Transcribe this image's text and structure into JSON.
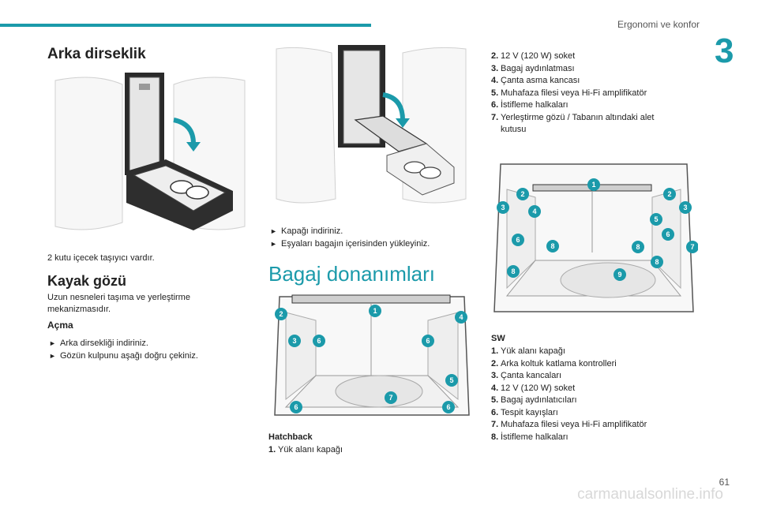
{
  "header": {
    "chapter_title": "Ergonomi ve konfor",
    "chapter_number": "3"
  },
  "col1": {
    "armrest_title": "Arka dirseklik",
    "armrest_caption": "2 kutu içecek taşıyıcı vardır.",
    "ski_title": "Kayak gözü",
    "ski_desc": "Uzun nesneleri taşıma ve yerleştirme mekanizmasıdır.",
    "open_title": "Açma",
    "open_steps": [
      "Arka dirsekliği indiriniz.",
      "Gözün kulpunu aşağı doğru çekiniz."
    ]
  },
  "col2": {
    "close_steps": [
      "Kapağı indiriniz.",
      "Eşyaları bagajın içerisinden yükleyiniz."
    ],
    "trunk_title": "Bagaj donanımları",
    "hatchback_label": "Hatchback",
    "hatchback_item1": "Yük alanı kapağı"
  },
  "col3": {
    "hatchback_items": [
      {
        "n": "2.",
        "t": "12 V (120 W) soket"
      },
      {
        "n": "3.",
        "t": "Bagaj aydınlatması"
      },
      {
        "n": "4.",
        "t": "Çanta asma kancası"
      },
      {
        "n": "5.",
        "t": "Muhafaza filesi veya Hi-Fi amplifikatör"
      },
      {
        "n": "6.",
        "t": "İstifleme halkaları"
      },
      {
        "n": "7.",
        "t": "Yerleştirme gözü / Tabanın altındaki alet kutusu"
      }
    ],
    "sw_label": "SW",
    "sw_items": [
      {
        "n": "1.",
        "t": "Yük alanı kapağı"
      },
      {
        "n": "2.",
        "t": "Arka koltuk katlama kontrolleri"
      },
      {
        "n": "3.",
        "t": "Çanta kancaları"
      },
      {
        "n": "4.",
        "t": "12 V (120 W) soket"
      },
      {
        "n": "5.",
        "t": "Bagaj aydınlatıcıları"
      },
      {
        "n": "6.",
        "t": "Tespit kayışları"
      },
      {
        "n": "7.",
        "t": "Muhafaza filesi veya Hi-Fi amplifikatör"
      },
      {
        "n": "8.",
        "t": "İstifleme halkaları"
      }
    ]
  },
  "bullet_symbol": "►",
  "hatchback_number": "1.",
  "page_number": "61",
  "footer_watermark": "carmanualsonline.info",
  "accent_color": "#1b9aaa"
}
